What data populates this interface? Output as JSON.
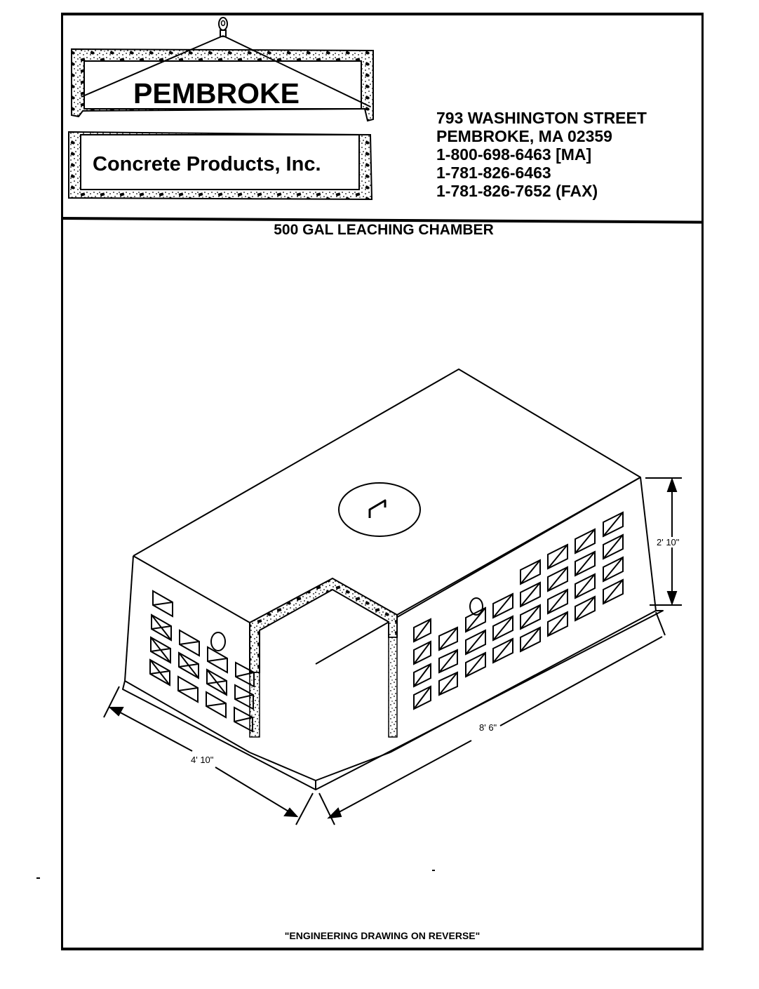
{
  "logo": {
    "line1": "PEMBROKE",
    "line2": "Concrete Products, Inc.",
    "icons": [
      "lifting-hook-icon",
      "concrete-frame-pattern"
    ]
  },
  "address": {
    "street": "793 WASHINGTON STREET",
    "city": "PEMBROKE, MA 02359",
    "phone_toll_free": "1-800-698-6463 [MA]",
    "phone": "1-781-826-6463",
    "fax": "1-781-826-7652 (FAX)"
  },
  "title": "500 GAL LEACHING CHAMBER",
  "drawing": {
    "dimension_height": "2' 10\"",
    "dimension_width": "4' 10\"",
    "dimension_length": "8' 6\"",
    "colors": {
      "ink": "#000000",
      "paper": "#ffffff"
    }
  },
  "footer": "\"ENGINEERING DRAWING ON REVERSE\""
}
